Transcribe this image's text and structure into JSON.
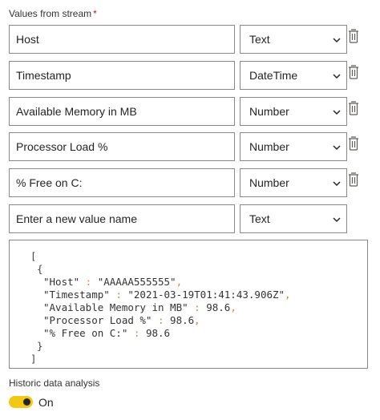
{
  "values_section": {
    "label": "Values from stream",
    "required_marker": "*"
  },
  "rows": [
    {
      "name": "Host",
      "type": "Text"
    },
    {
      "name": "Timestamp",
      "type": "DateTime"
    },
    {
      "name": "Available Memory in MB",
      "type": "Number"
    },
    {
      "name": "Processor Load %",
      "type": "Number"
    },
    {
      "name": "% Free on C:",
      "type": "Number"
    }
  ],
  "new_row": {
    "placeholder": "Enter a new value name",
    "type": "Text"
  },
  "json_preview": {
    "open_bracket": "[",
    "open_brace": "{",
    "lines": [
      {
        "key": "\"Host\"",
        "sep": " : ",
        "value": "\"AAAAA555555\"",
        "comma": ","
      },
      {
        "key": "\"Timestamp\"",
        "sep": " : ",
        "value": "\"2021-03-19T01:41:43.906Z\"",
        "comma": ","
      },
      {
        "key": "\"Available Memory in MB\"",
        "sep": " : ",
        "value": "98.6",
        "comma": ","
      },
      {
        "key": "\"Processor Load %\"",
        "sep": " : ",
        "value": "98.6",
        "comma": ","
      },
      {
        "key": "\"% Free on C:\"",
        "sep": " : ",
        "value": "98.6",
        "comma": ""
      }
    ],
    "close_brace": "}",
    "close_bracket": "]"
  },
  "historic": {
    "label": "Historic data analysis",
    "toggle_state": "On"
  },
  "colors": {
    "toggle_on": "#f2c811",
    "punctuation": "#e07f2d"
  }
}
